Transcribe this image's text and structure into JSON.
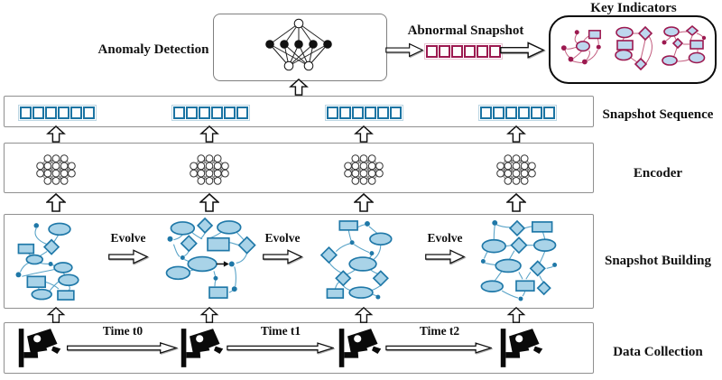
{
  "top": {
    "anomaly_detection_label": "Anomaly Detection",
    "abnormal_snapshot_label": "Abnormal Snapshot",
    "key_indicators_label": "Key Indicators"
  },
  "row_labels": {
    "snapshot_sequence": "Snapshot Sequence",
    "encoder": "Encoder",
    "snapshot_building": "Snapshot Building",
    "data_collection": "Data Collection"
  },
  "evolve_labels": [
    "Evolve",
    "Evolve",
    "Evolve"
  ],
  "time_labels": [
    "Time t0",
    "Time t1",
    "Time t2"
  ],
  "snapshot_bars": {
    "count": 4,
    "cells_per_bar": 6
  },
  "abnormal_bar": {
    "cells": 6
  },
  "icons": {
    "neural_network": "neural-network-icon",
    "encoder_cluster": "node-cluster-icon",
    "camera": "cctv-camera-icon",
    "up_arrow": "up-arrow-icon",
    "block_arrow": "right-block-arrow-icon",
    "time_arrow": "thin-right-arrow-icon",
    "graph_snapshot": "graph-snapshot-icon",
    "key_indicator_graph": "key-indicator-graph-icon"
  },
  "colors": {
    "snapshot_blue": "#1B74A3",
    "abnormal_maroon": "#9C1950",
    "node_fill": "#A9D3E8",
    "key_indicator_node_fill": "#BDD7EE",
    "edge_blue": "#5AA4C8",
    "edge_maroon": "#C25C7E"
  }
}
